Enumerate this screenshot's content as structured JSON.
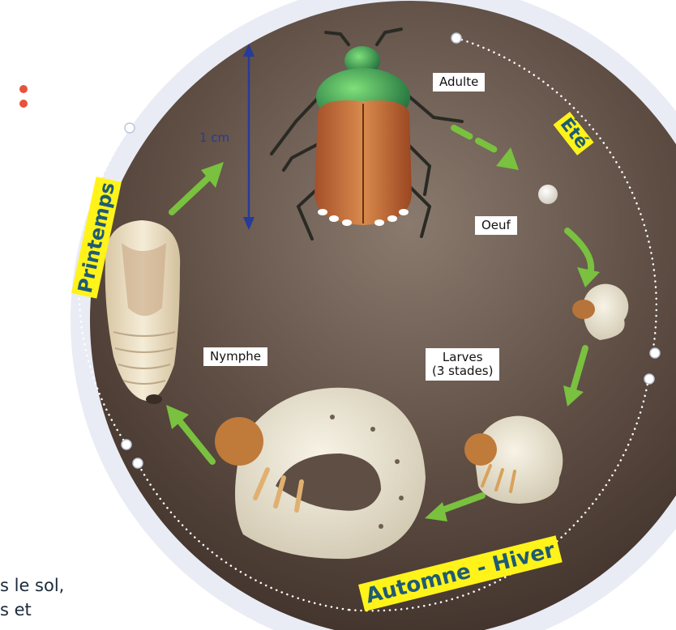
{
  "stages": {
    "adult": "Adulte",
    "egg": "Oeuf",
    "larvae_line1": "Larves",
    "larvae_line2": "(3 stades)",
    "pupa": "Nymphe"
  },
  "seasons": {
    "summer": "Été",
    "spring": "Printemps",
    "autumn_winter": "Automne - Hiver"
  },
  "scale": {
    "label": "1 cm"
  },
  "side_text": {
    "line1": "s le sol,",
    "line2": "s et"
  },
  "colors": {
    "disc": "#5f4e44",
    "halo": "#e9ecf4",
    "arrow": "#79c13f",
    "season_bg": "#fff31a",
    "season_text": "#1f5b74",
    "scale": "#263b9a",
    "accent": "#e8523a"
  }
}
